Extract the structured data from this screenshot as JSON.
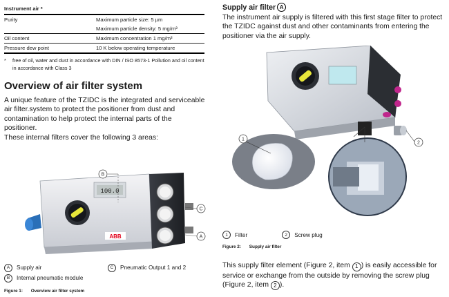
{
  "spec_table": {
    "header": "Instrument air *",
    "rows": [
      {
        "key": "Purity",
        "value": "Maximum particle size: 5 µm"
      },
      {
        "key": "",
        "value": "Maximum particle density: 5 mg/m³"
      },
      {
        "key": "Oil content",
        "value": "Maximum concentration 1 mg/m³"
      },
      {
        "key": "Pressure dew point",
        "value": "10 K below operating temperature"
      }
    ],
    "footnote_mark": "*",
    "footnote": "free of oil, water and dust in accordance with DIN / ISO 8573-1 Pollution and oil content in accordance with Class 3"
  },
  "overview": {
    "title": "Overview of air filter system",
    "para1": "A unique feature of the TZIDC is the integrated and serviceable air filter.system to protect the positioner from dust and contamination to help protect the internal parts of the positioner.",
    "para2": "These internal filters cover the following 3 areas:"
  },
  "figure1": {
    "callouts": {
      "a": "A",
      "b": "B",
      "c": "C"
    },
    "display_text": "100.0",
    "brand": "ABB",
    "legend": [
      {
        "letter": "A",
        "text": "Supply air"
      },
      {
        "letter": "B",
        "text": "Internal pneumatic module"
      },
      {
        "letter": "C",
        "text": "Pneumatic Output 1 and 2"
      }
    ],
    "caption_num": "Figure 1:",
    "caption_text": "Overview air filter system"
  },
  "supply": {
    "heading": "Supply air filter",
    "heading_letter": "A",
    "para": "The instrument air supply is filtered with this first stage filter to protect the TZIDC against dust and other contaminants from entering the positioner via the air supply."
  },
  "figure2": {
    "callouts": {
      "one": "1",
      "two": "2"
    },
    "legend": [
      {
        "num": "1",
        "text": "Filter"
      },
      {
        "num": "2",
        "text": "Screw plug"
      }
    ],
    "caption_num": "Figure 2:",
    "caption_text": "Supply air filter"
  },
  "closing": {
    "t1": "This supply filter element (Figure 2, item ",
    "n1": "1",
    "t2": ") is easily accessible for service or exchange from the outside by removing the screw plug (Figure 2, item ",
    "n2": "2",
    "t3": ")."
  }
}
